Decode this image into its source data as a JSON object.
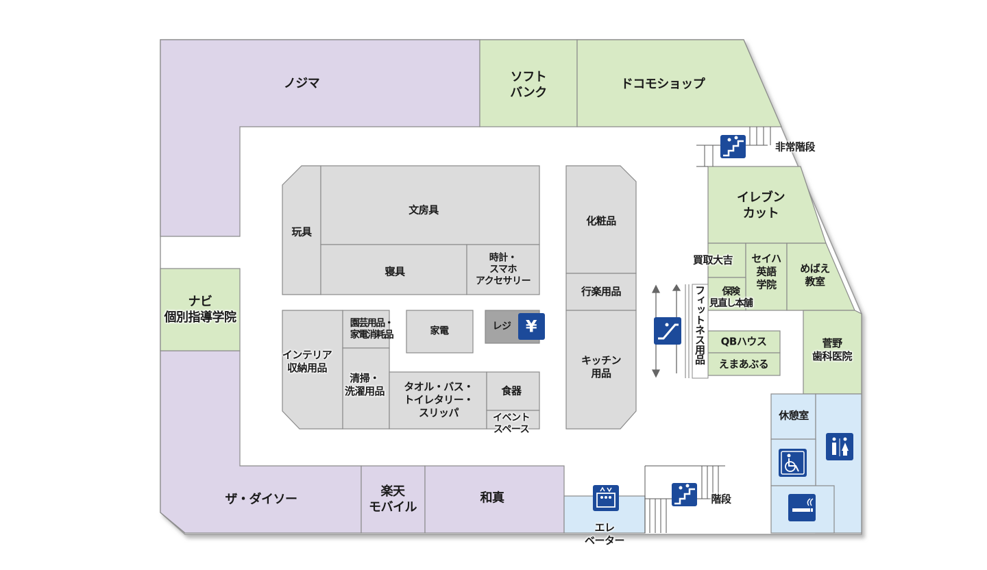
{
  "colors": {
    "tenant_purple": "#ddd5e9",
    "tenant_green": "#d8eac5",
    "shop_gray": "#dcdcdc",
    "register_gray": "#a4a4a4",
    "facility_blue": "#d6e9f8",
    "icon_blue": "#1c4a9a",
    "border": "#8a8a8a"
  },
  "tenants": {
    "nojima": "ノジマ",
    "softbank": [
      "ソフト",
      "バンク"
    ],
    "docomo": "ドコモショップ",
    "navi": [
      "ナビ",
      "個別指導学院"
    ],
    "daiso": "ザ・ダイソー",
    "rakuten": [
      "楽天",
      "モバイル"
    ],
    "washin": "和真",
    "eleven_cut": [
      "イレブン",
      "カット"
    ],
    "kaitori": "買取大吉",
    "seiha": [
      "セイハ",
      "英語",
      "学院"
    ],
    "mebae": [
      "めばえ",
      "教室"
    ],
    "hoken": [
      "保険",
      "見直し本舗"
    ],
    "sugano": [
      "菅野",
      "歯科医院"
    ],
    "qb": "QBハウス",
    "emaabu": "えまあぶる"
  },
  "sections": {
    "toys": "玩具",
    "stationery": "文房具",
    "bedding": "寝具",
    "watch": [
      "時計・",
      "スマホ",
      "アクセサリー"
    ],
    "interior": [
      "インテリア",
      "収納用品"
    ],
    "garden": [
      "園芸用品・",
      "家電消耗品"
    ],
    "appliance": "家電",
    "register": "レジ",
    "cleaning": [
      "清掃・",
      "洗濯用品"
    ],
    "towel": [
      "タオル・バス・",
      "トイレタリー・",
      "スリッパ"
    ],
    "tableware": "食器",
    "event": [
      "イベント",
      "スペース"
    ],
    "cosmetics": "化粧品",
    "leisure": "行楽用品",
    "kitchen": [
      "キッチン",
      "用品"
    ],
    "fitness": "フィットネス用品"
  },
  "facilities": {
    "emergency_stairs": "非常階段",
    "stairs": "階段",
    "elevator": [
      "エレ",
      "ベーター"
    ],
    "lounge": "休憩室"
  },
  "icons": [
    "stairs-icon",
    "escalator-icon",
    "elevator-icon",
    "yen-icon",
    "wheelchair-icon",
    "smoking-icon",
    "restroom-icon"
  ]
}
